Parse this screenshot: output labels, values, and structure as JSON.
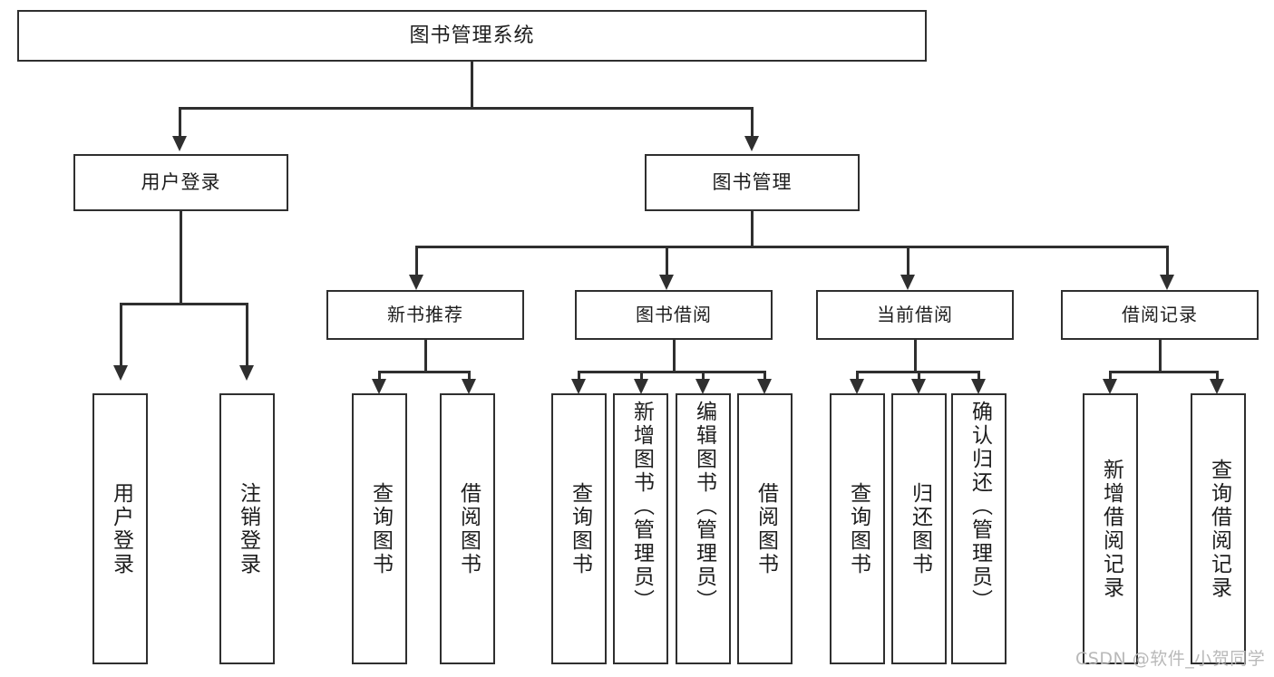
{
  "diagram": {
    "type": "tree",
    "title": "图书管理系统",
    "root": {
      "label": "图书管理系统"
    },
    "level2": [
      {
        "label": "用户登录"
      },
      {
        "label": "图书管理"
      }
    ],
    "level3": [
      {
        "label": "新书推荐"
      },
      {
        "label": "图书借阅"
      },
      {
        "label": "当前借阅"
      },
      {
        "label": "借阅记录"
      }
    ],
    "leaves": {
      "user_login": [
        {
          "label": "用户登录"
        },
        {
          "label": "注销登录"
        }
      ],
      "new_book_recommend": [
        {
          "label": "查询图书"
        },
        {
          "label": "借阅图书"
        }
      ],
      "book_borrow": [
        {
          "label": "查询图书"
        },
        {
          "label": "新增图书（管理员）"
        },
        {
          "label": "编辑图书（管理员）"
        },
        {
          "label": "借阅图书"
        }
      ],
      "current_borrow": [
        {
          "label": "查询图书"
        },
        {
          "label": "归还图书"
        },
        {
          "label": "确认归还（管理员）"
        }
      ],
      "borrow_record": [
        {
          "label": "新增借阅记录"
        },
        {
          "label": "查询借阅记录"
        }
      ]
    }
  },
  "watermark": {
    "text": "CSDN @软件_小贺同学"
  },
  "colors": {
    "stroke": "#2f2f2f",
    "background": "#ffffff",
    "text": "#1d1d1d",
    "watermark": "#b9b9b9"
  }
}
